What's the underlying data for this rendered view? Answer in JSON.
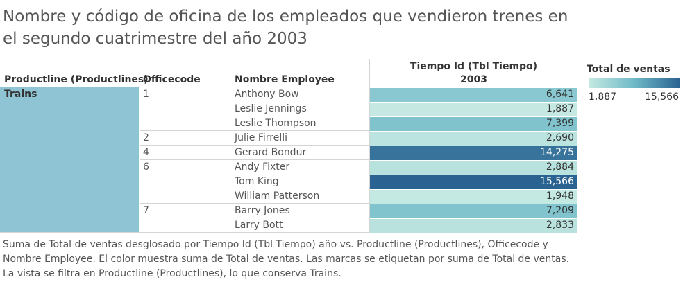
{
  "title": "Nombre y código de oficina de los empleados que vendieron trenes en el segundo cuatrimestre del año 2003",
  "headers": {
    "productline": "Productline (Productlines)",
    "officecode": "Officecode",
    "employee": "Nombre Employee",
    "tiempo": "Tiempo Id (Tbl Tiempo)",
    "year": "2003"
  },
  "productline": "Trains",
  "legend": {
    "title": "Total de ventas",
    "min_label": "1,887",
    "max_label": "15,566",
    "min": 1887,
    "max": 15566,
    "colors": [
      "#c5e9e2",
      "#6fbac8",
      "#2a6391"
    ]
  },
  "chart_data": {
    "type": "table",
    "title": "Nombre y código de oficina de los empleados que vendieron trenes en el segundo cuatrimestre del año 2003",
    "columns": [
      "Productline (Productlines)",
      "Officecode",
      "Nombre Employee",
      "2003"
    ],
    "groups": [
      {
        "officecode": "1",
        "rows": [
          {
            "employee": "Anthony Bow",
            "value": 6641,
            "label": "6,641"
          },
          {
            "employee": "Leslie Jennings",
            "value": 1887,
            "label": "1,887"
          },
          {
            "employee": "Leslie Thompson",
            "value": 7399,
            "label": "7,399"
          }
        ]
      },
      {
        "officecode": "2",
        "rows": [
          {
            "employee": "Julie Firrelli",
            "value": 2690,
            "label": "2,690"
          }
        ]
      },
      {
        "officecode": "4",
        "rows": [
          {
            "employee": "Gerard Bondur",
            "value": 14275,
            "label": "14,275"
          }
        ]
      },
      {
        "officecode": "6",
        "rows": [
          {
            "employee": "Andy Fixter",
            "value": 2884,
            "label": "2,884"
          },
          {
            "employee": "Tom King",
            "value": 15566,
            "label": "15,566"
          },
          {
            "employee": "William Patterson",
            "value": 1948,
            "label": "1,948"
          }
        ]
      },
      {
        "officecode": "7",
        "rows": [
          {
            "employee": "Barry Jones",
            "value": 7209,
            "label": "7,209"
          },
          {
            "employee": "Larry Bott",
            "value": 2833,
            "label": "2,833"
          }
        ]
      }
    ]
  },
  "caption": {
    "line1": "Suma de Total de ventas desglosado por Tiempo Id (Tbl Tiempo) año vs. Productline (Productlines), Officecode y",
    "line2": "Nombre Employee.  El color muestra suma de Total de ventas.  Las marcas se etiquetan por suma de Total de ventas.",
    "line3": "La vista se filtra en Productline (Productlines), lo que conserva Trains."
  }
}
